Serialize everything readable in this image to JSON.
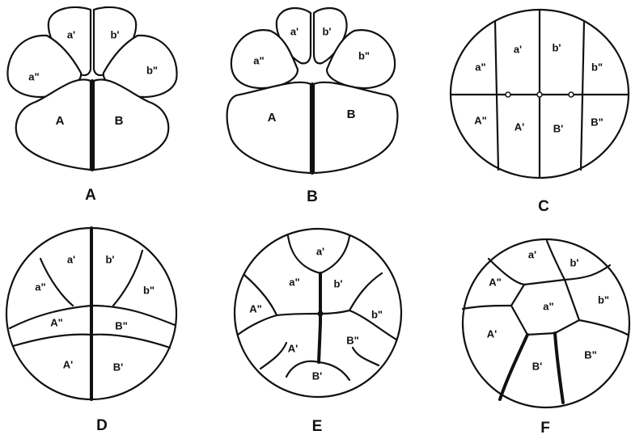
{
  "figures": [
    {
      "caption": "A",
      "cells": [
        {
          "label": "a'"
        },
        {
          "label": "b'"
        },
        {
          "label": "a\""
        },
        {
          "label": "b\""
        },
        {
          "label": "A"
        },
        {
          "label": "B"
        }
      ]
    },
    {
      "caption": "B",
      "cells": [
        {
          "label": "a'"
        },
        {
          "label": "b'"
        },
        {
          "label": "a\""
        },
        {
          "label": "b\""
        },
        {
          "label": "A"
        },
        {
          "label": "B"
        }
      ]
    },
    {
      "caption": "C",
      "cells": [
        {
          "label": "a\""
        },
        {
          "label": "a'"
        },
        {
          "label": "b'"
        },
        {
          "label": "b\""
        },
        {
          "label": "A\""
        },
        {
          "label": "A'"
        },
        {
          "label": "B'"
        },
        {
          "label": "B\""
        }
      ]
    },
    {
      "caption": "D",
      "cells": [
        {
          "label": "a'"
        },
        {
          "label": "b'"
        },
        {
          "label": "a\""
        },
        {
          "label": "b\""
        },
        {
          "label": "A\""
        },
        {
          "label": "B\""
        },
        {
          "label": "A'"
        },
        {
          "label": "B'"
        }
      ]
    },
    {
      "caption": "E",
      "cells": [
        {
          "label": "a'"
        },
        {
          "label": "a\""
        },
        {
          "label": "b'"
        },
        {
          "label": "A\""
        },
        {
          "label": "b\""
        },
        {
          "label": "A'"
        },
        {
          "label": "B\""
        },
        {
          "label": "B'"
        }
      ]
    },
    {
      "caption": "F",
      "cells": [
        {
          "label": "a'"
        },
        {
          "label": "b'"
        },
        {
          "label": "A\""
        },
        {
          "label": "a\""
        },
        {
          "label": "b\""
        },
        {
          "label": "A'"
        },
        {
          "label": "B\""
        },
        {
          "label": "B'"
        }
      ]
    }
  ]
}
